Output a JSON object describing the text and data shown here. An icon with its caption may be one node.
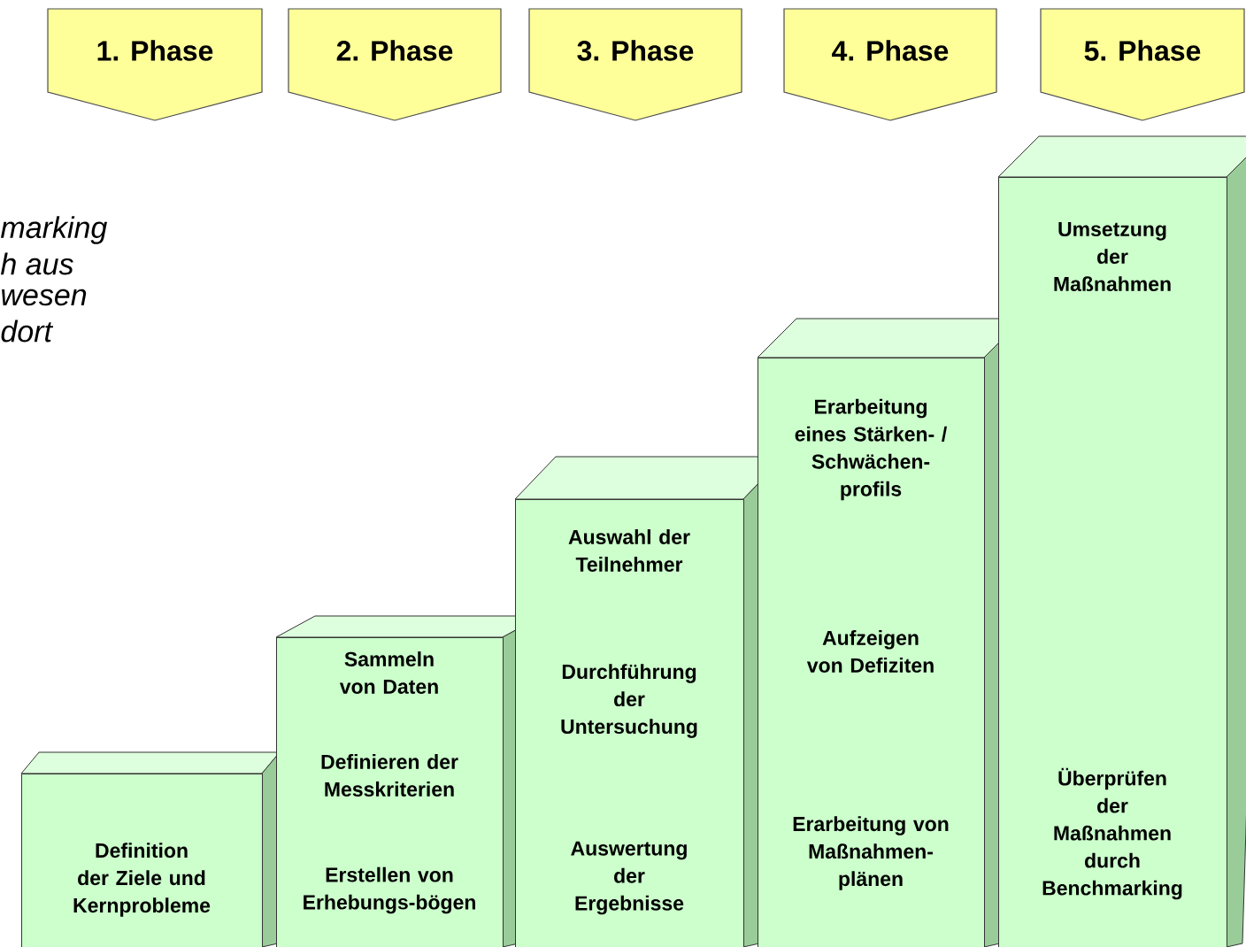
{
  "diagram": {
    "nodes": [
      {
        "text": [
          "1. Phase"
        ]
      },
      {
        "text": [
          "2. Phase"
        ]
      },
      {
        "text": [
          "3. Phase"
        ]
      },
      {
        "text": [
          "4. Phase"
        ]
      },
      {
        "text": [
          "5. Phase"
        ]
      },
      {
        "text": [
          "Definition der Ziele und Kernprobleme"
        ]
      },
      {
        "text": [
          "Sammeln von Daten",
          "Definieren der Messkriterien",
          "Erstellen von Erhebungs-bögen"
        ]
      },
      {
        "text": [
          "Auswahl der Teilnehmer",
          "Durchführung der Untersuchung",
          "Auswertung der Ergebnisse"
        ]
      },
      {
        "text": [
          "Erarbeitung eines Stärken- / Schwächen-profils",
          "Aufzeigen von Defiziten",
          "Erarbeitung von Maßnahmen-plänen"
        ]
      },
      {
        "text": [
          "Umsetzung der Maßnahmen",
          "Überprüfen der Maßnahmen durch Benchmarking"
        ]
      }
    ],
    "labels": [
      "marking",
      "h aus",
      "wesen",
      "dort"
    ]
  }
}
